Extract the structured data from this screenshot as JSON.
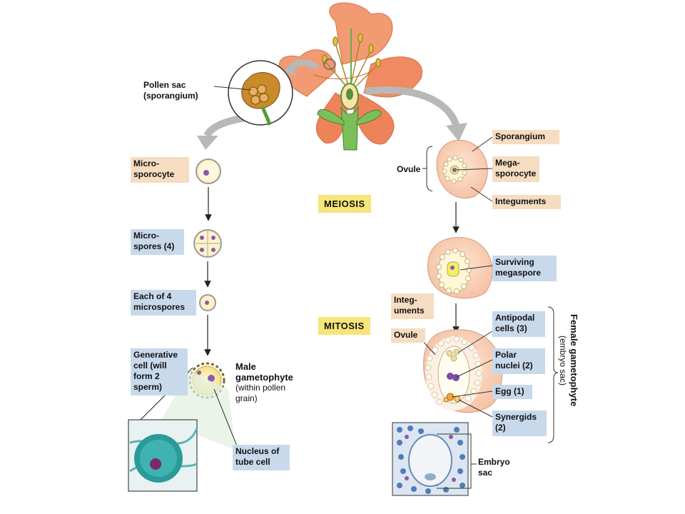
{
  "labels": {
    "pollen_sac": "Pollen sac\n(sporangium)",
    "microsporocyte": "Micro-\nsporocyte",
    "microspores": "Micro-\nspores (4)",
    "each_of_4": "Each of 4\nmicrospores",
    "generative_cell": "Generative\ncell (will\nform 2\nsperm)",
    "male_gametophyte_title": "Male\ngametophyte",
    "male_gametophyte_sub": "(within pollen\ngrain)",
    "nucleus_tube_cell": "Nucleus of\ntube cell",
    "meiosis": "MEIOSIS",
    "mitosis": "MITOSIS",
    "ovule_top": "Ovule",
    "sporangium": "Sporangium",
    "megasporocyte": "Mega-\nsporocyte",
    "integuments_top": "Integuments",
    "surviving_megaspore": "Surviving\nmegaspore",
    "integuments_mid": "Integ-\numents",
    "ovule_mid": "Ovule",
    "antipodal_cells": "Antipodal\ncells (3)",
    "polar_nuclei": "Polar\nnuclei (2)",
    "egg": "Egg (1)",
    "synergids": "Synergids\n(2)",
    "female_gametophyte": "Female gametophyte",
    "embryo_sac_paren": "(embryo sac)",
    "embryo_sac": "Embryo\nsac"
  },
  "colors": {
    "peach_label": "#f6dcc0",
    "blue_label": "#c9d9ec",
    "yellow_label": "#f7e57a",
    "petal": "#f08a62",
    "arrow_gray": "#b8b8b8"
  }
}
